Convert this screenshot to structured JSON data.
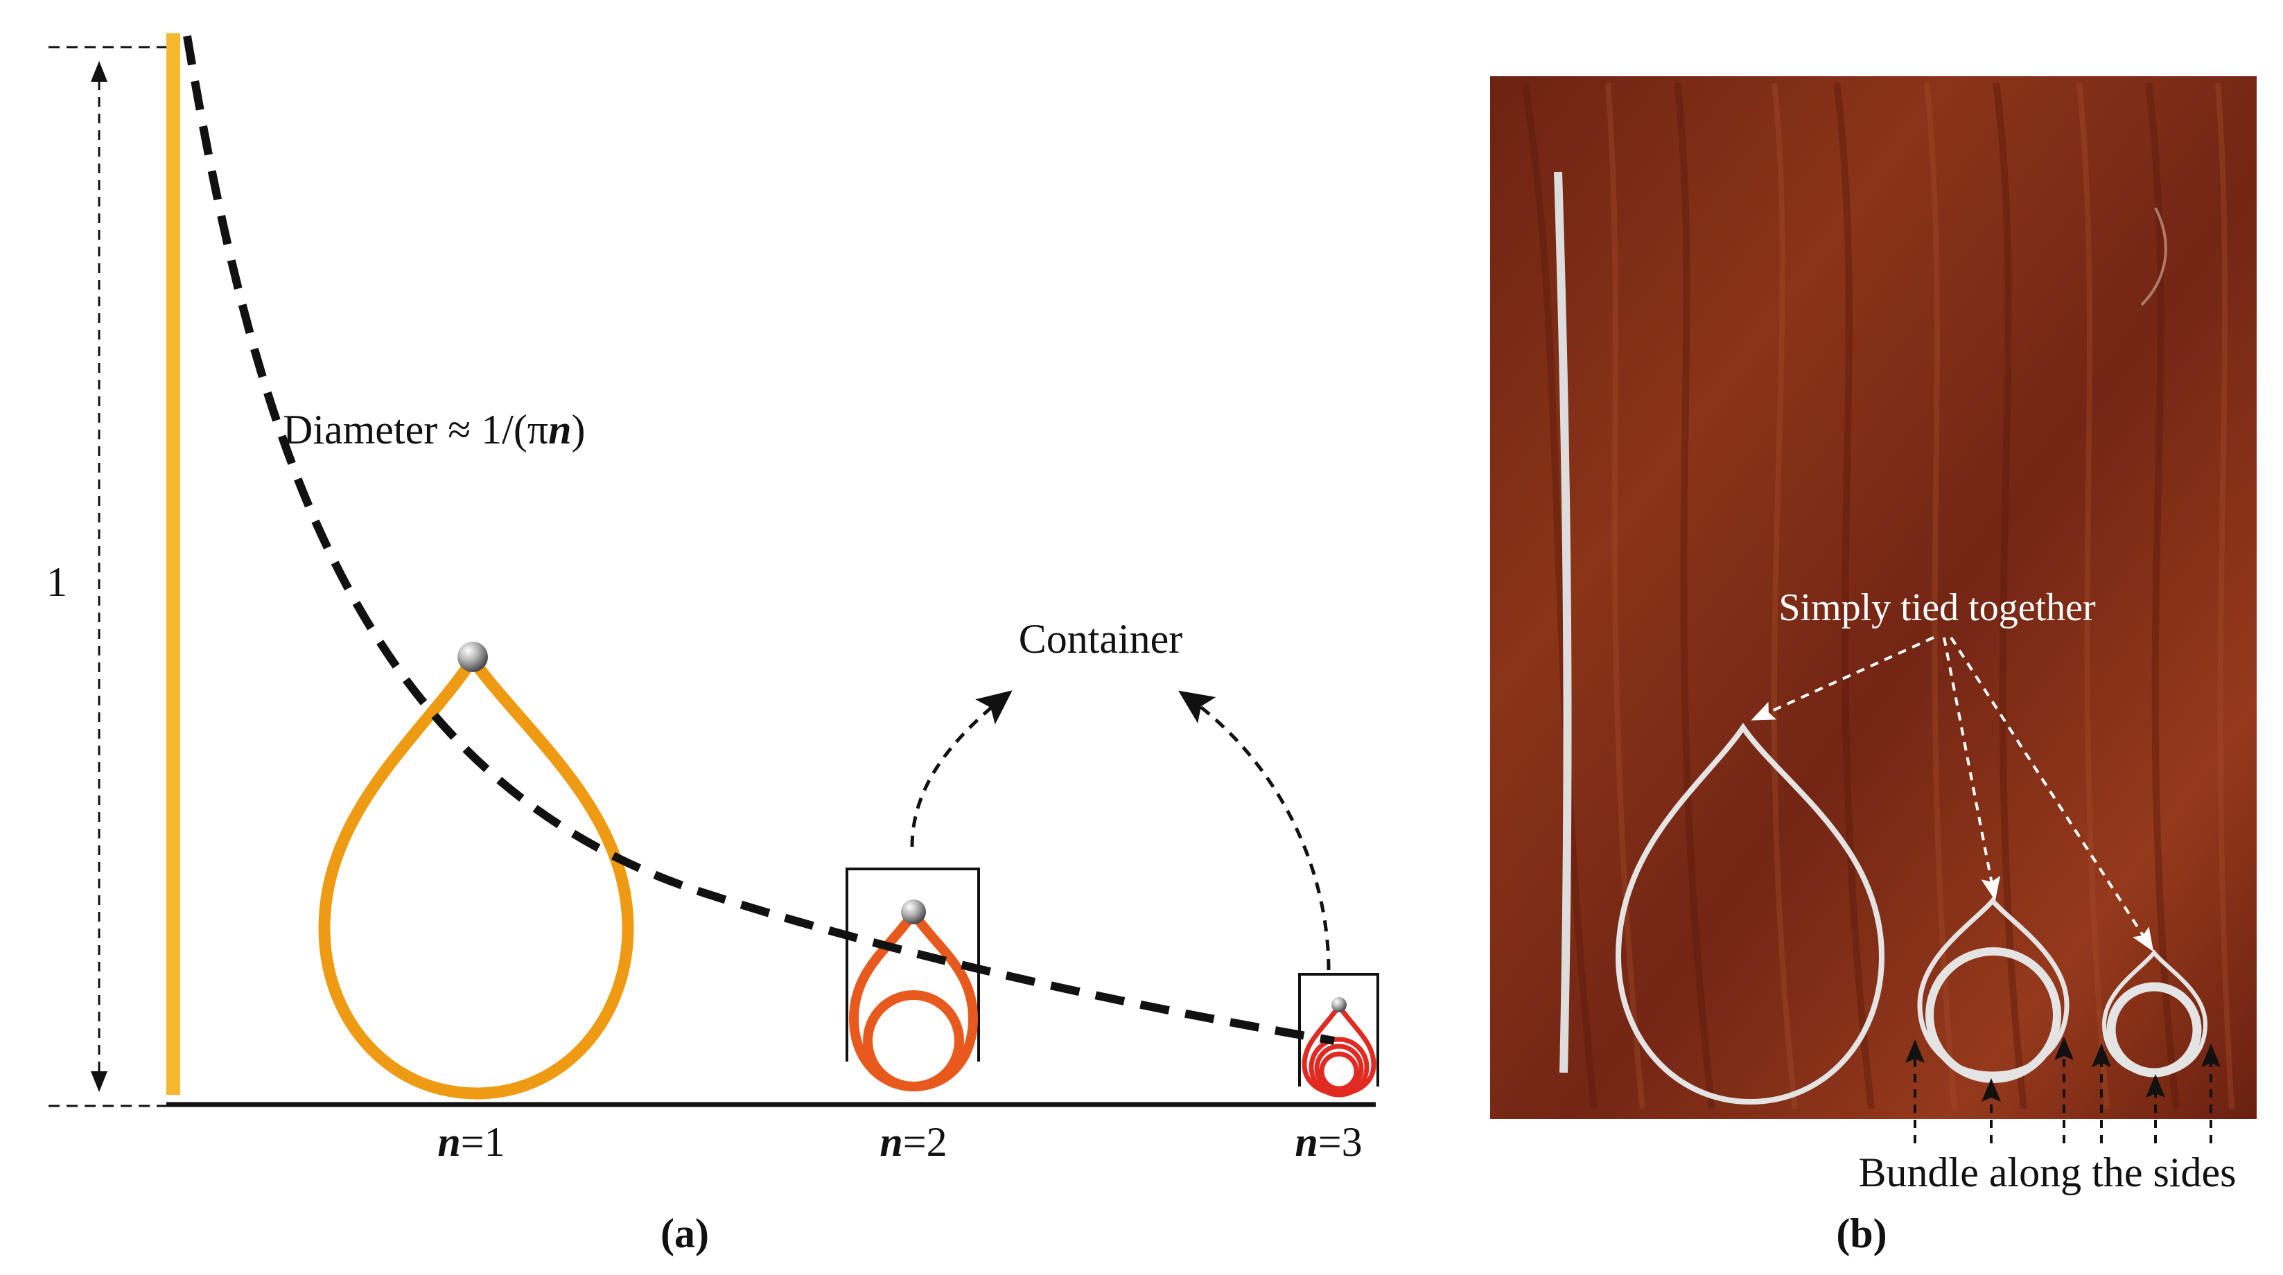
{
  "panel_a": {
    "caption": "(a)",
    "height_label": "1",
    "formula": {
      "prefix": "Diameter ≈ 1/(π",
      "var": "n",
      "suffix": ")"
    },
    "container_label": "Container",
    "n_labels": [
      {
        "var": "n",
        "value": "=1"
      },
      {
        "var": "n",
        "value": "=2"
      },
      {
        "var": "n",
        "value": "=3"
      }
    ],
    "colors": {
      "rod": "#F5B72E",
      "loop_n1": "#EE9A12",
      "loop_n2": "#E8591E",
      "loop_n3": "#E02A22"
    }
  },
  "panel_b": {
    "caption": "(b)",
    "tied_label": "Simply tied together",
    "bundle_label": "Bundle along the sides",
    "colors": {
      "wood": "#7A2A16",
      "ring": "#E4E4E4"
    }
  }
}
